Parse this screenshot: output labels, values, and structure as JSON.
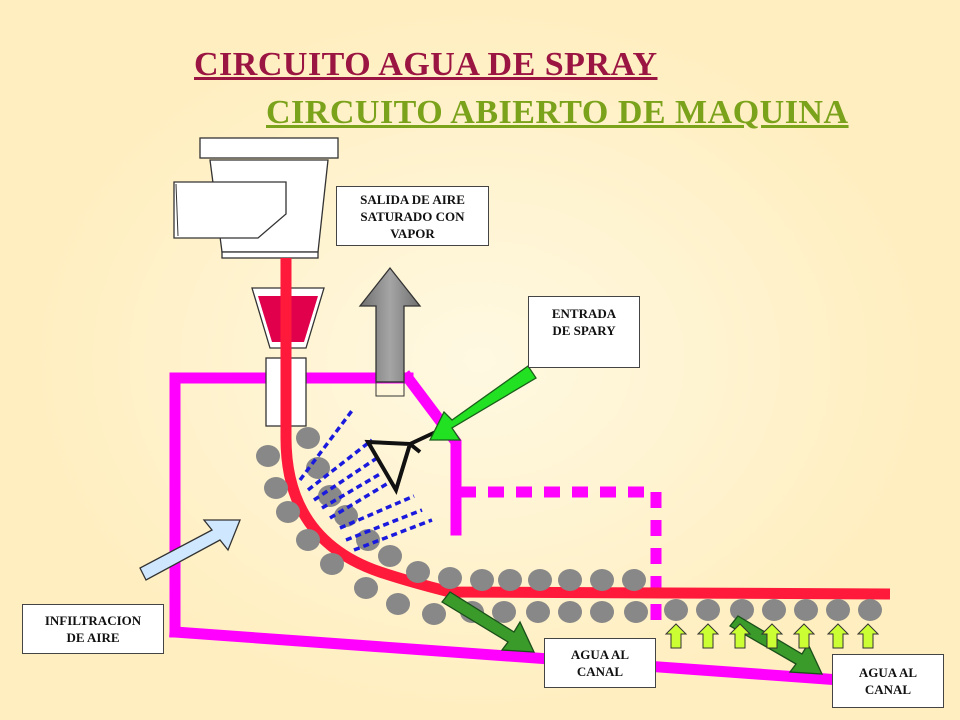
{
  "title": "CIRCUITO AGUA DE SPRAY",
  "subtitle": "CIRCUITO ABIERTO DE MAQUINA",
  "labels": {
    "salida_aire": "SALIDA DE AIRE\nSATURADO CON\nVAPOR",
    "entrada_spray": "ENTRADA\nDE    SPARY",
    "infiltracion_aire": "INFILTRACION\nDE AIRE",
    "agua_canal_1": "AGUA AL\nCANAL",
    "agua_canal_2": "AGUA AL\nCANAL"
  },
  "colors": {
    "title": "#9b1542",
    "subtitle": "#7ba21b",
    "hood": "#ff00ff",
    "fabric": "#ff1a3c",
    "rolls": "#888888",
    "spray_lines": "#1a1adf",
    "spray_arrow": "#22e022",
    "air_out_arrow": "#808080",
    "infiltration_arrow": "#cfe8ff",
    "drain_arrow": "#3a9a2a",
    "up_arrows": "#ccff33"
  },
  "icons": {
    "nozzle": "spray-nozzle-icon",
    "headbox": "headbox-icon"
  }
}
